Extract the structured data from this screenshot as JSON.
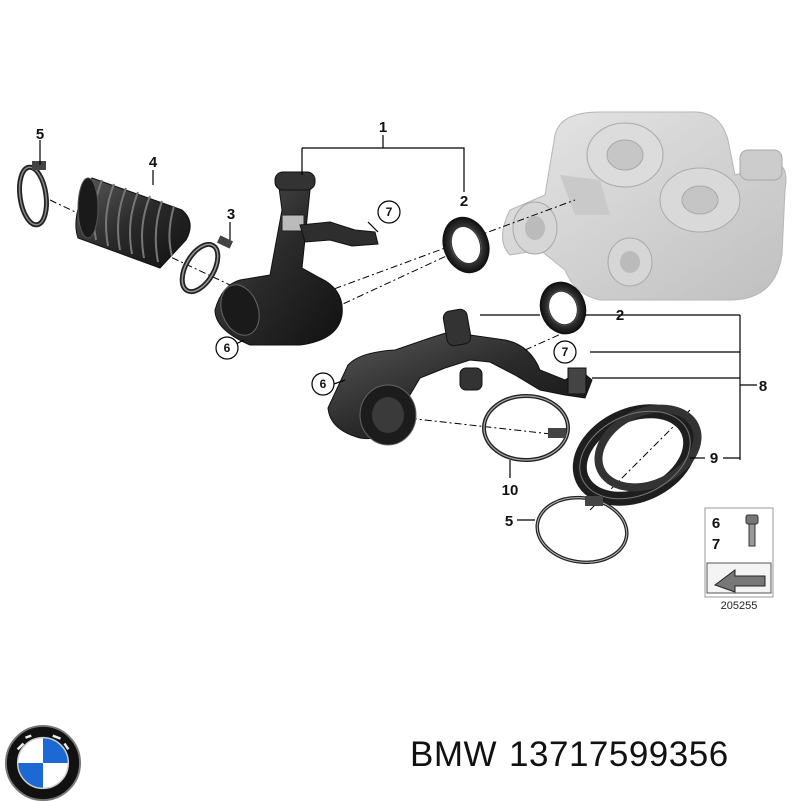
{
  "diagram": {
    "callouts": {
      "c1": "1",
      "c2a": "2",
      "c2b": "2",
      "c3": "3",
      "c4": "4",
      "c5a": "5",
      "c5b": "5",
      "c6a": "6",
      "c6b": "6",
      "c7a": "7",
      "c7b": "7",
      "c8": "8",
      "c9": "9",
      "c10": "10"
    },
    "legend": {
      "item1": "6",
      "item2": "7",
      "ref_number": "205255"
    }
  },
  "footer": {
    "brand": "BMW",
    "part_number": "13717599356"
  },
  "colors": {
    "part_dark": "#2b2b2b",
    "part_mid": "#4a4a4a",
    "turbo_grey": "#c9c9c9",
    "line": "#000000"
  }
}
